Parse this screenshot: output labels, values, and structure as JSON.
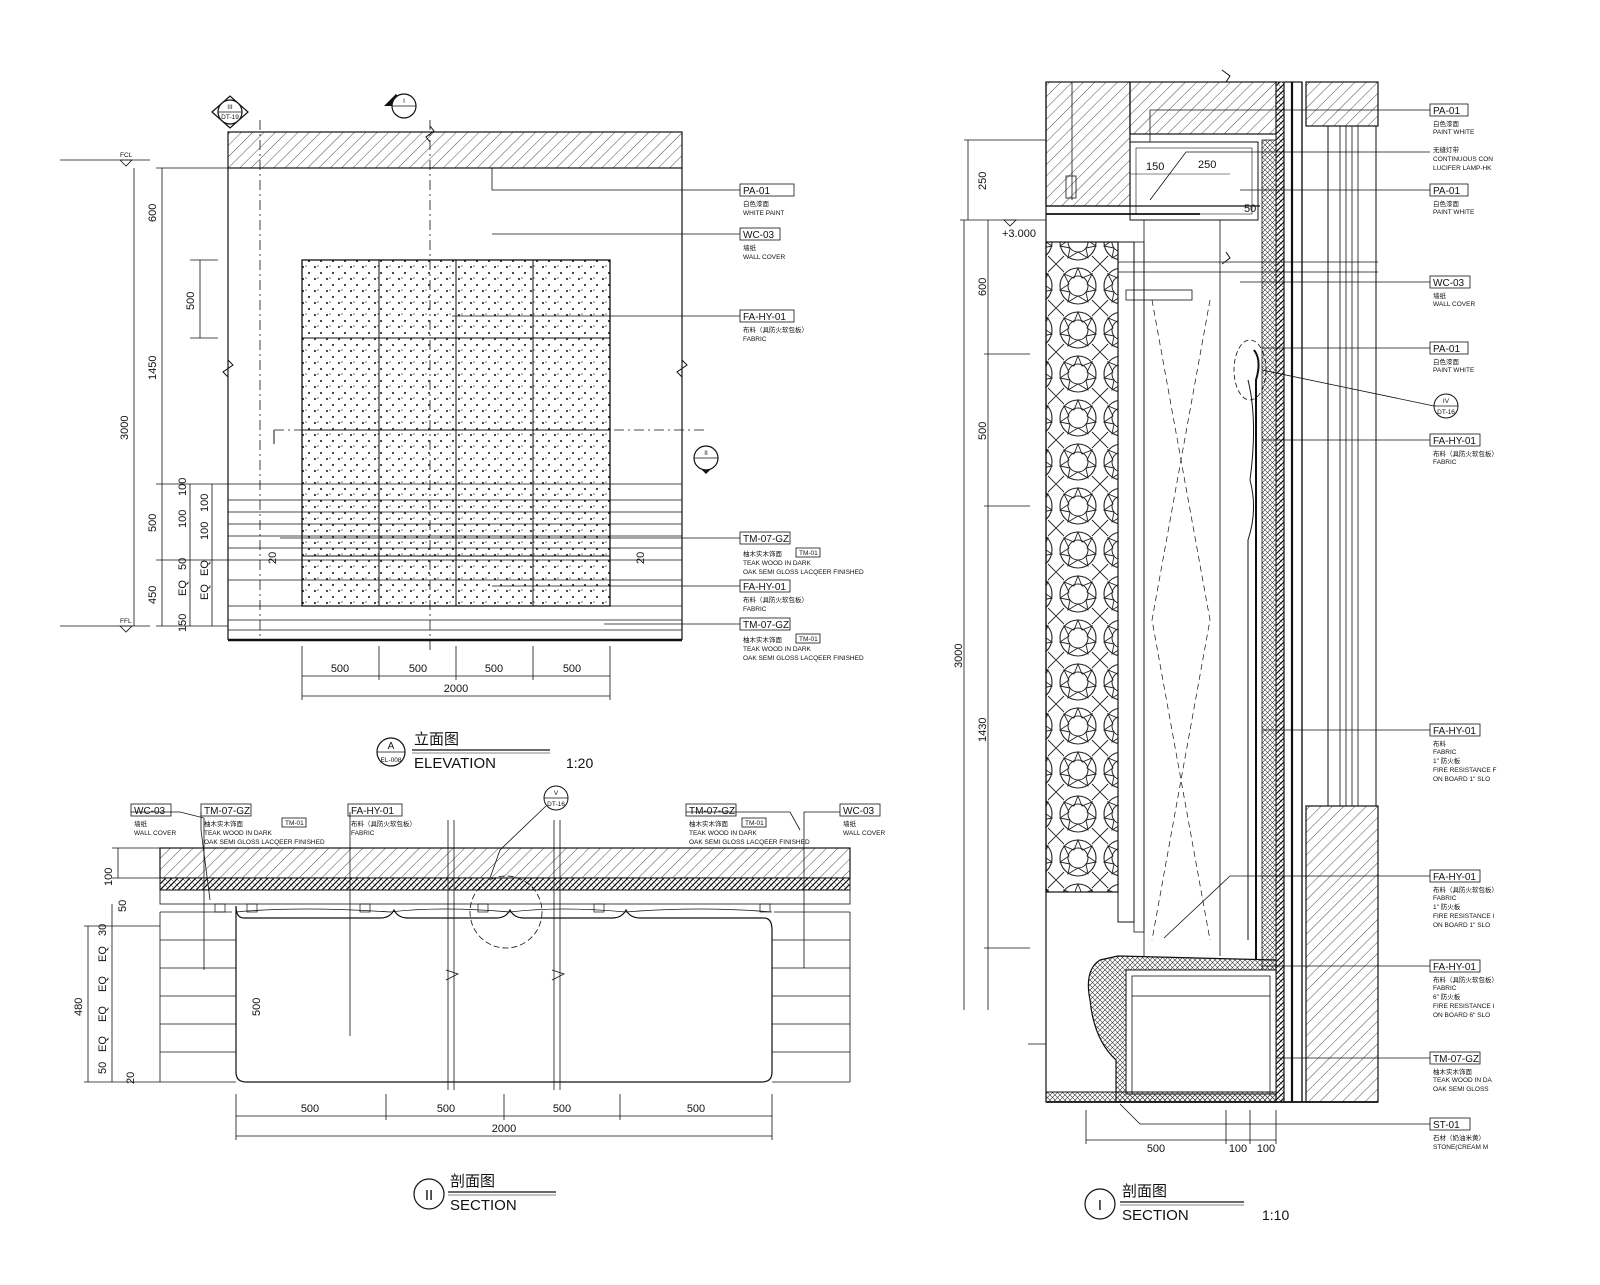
{
  "elevation": {
    "title_cn": "立面图",
    "title_en": "ELEVATION",
    "scale": "1:20",
    "bubble_letter": "A",
    "bubble_ref": "EL-008",
    "marker_top_left": {
      "num": "III",
      "ref": "DT-19"
    },
    "marker_top_mid": {
      "num": "I"
    },
    "marker_right": {
      "num": "II"
    },
    "level_fcl": "FCL",
    "level_ffl": "FFL",
    "dims_left": [
      "600",
      "1450",
      "3000",
      "500",
      "450",
      "150",
      "500",
      "100",
      "100",
      "50",
      "EQ",
      "EQ",
      "100",
      "100",
      "EQ",
      "20",
      "20"
    ],
    "dims_bottom": [
      "500",
      "500",
      "500",
      "500"
    ],
    "dim_total": "2000",
    "labels": [
      {
        "code": "PA-01",
        "cn": "白色漆面",
        "en": "WHITE PAINT"
      },
      {
        "code": "WC-03",
        "cn": "墙纸",
        "en": "WALL COVER"
      },
      {
        "code": "FA-HY-01",
        "cn": "布料（具防火软包板）",
        "en": "FABRIC"
      },
      {
        "code": "TM-07-GZ",
        "sub": "TM-01",
        "cn": "柚木实木饰面",
        "en": "TEAK WOOD IN DARK",
        "en2": "OAK SEMI GLOSS LACQEER FINISHED"
      },
      {
        "code": "FA-HY-01",
        "cn": "布料（具防火软包板）",
        "en": "FABRIC"
      },
      {
        "code": "TM-07-GZ",
        "sub": "TM-01",
        "cn": "柚木实木饰面",
        "en": "TEAK WOOD IN DARK",
        "en2": "OAK SEMI GLOSS LACQEER FINISHED"
      }
    ]
  },
  "section2": {
    "title_cn": "剖面图",
    "title_en": "SECTION",
    "bubble": "II",
    "marker": {
      "num": "V",
      "ref": "DT-16"
    },
    "labels": [
      {
        "code": "WC-03",
        "cn": "墙纸",
        "en": "WALL COVER"
      },
      {
        "code": "TM-07-GZ",
        "sub": "TM-01",
        "cn": "柚木实木饰面",
        "en": "TEAK WOOD IN DARK",
        "en2": "OAK SEMI GLOSS LACQEER FINISHED"
      },
      {
        "code": "FA-HY-01",
        "cn": "布料（具防火软包板）",
        "en": "FABRIC"
      },
      {
        "code": "TM-07-GZ",
        "sub": "TM-01",
        "cn": "柚木实木饰面",
        "en": "TEAK WOOD IN DARK",
        "en2": "OAK SEMI GLOSS LACQEER FINISHED"
      },
      {
        "code": "WC-03",
        "cn": "墙纸",
        "en": "WALL COVER"
      }
    ],
    "dims_left": [
      "100",
      "50",
      "30",
      "EQ",
      "EQ",
      "EQ",
      "EQ",
      "480",
      "EQ",
      "50",
      "20"
    ],
    "dim_inner": "500",
    "dims_bottom": [
      "500",
      "500",
      "500",
      "500"
    ],
    "dim_total": "2000"
  },
  "section1": {
    "title_cn": "剖面图",
    "title_en": "SECTION",
    "scale": "1:10",
    "bubble": "I",
    "level": "+3.000",
    "marker": {
      "num": "IV",
      "ref": "DT-16"
    },
    "dims_left": [
      "250",
      "600",
      "500",
      "3000",
      "1430"
    ],
    "dims_top": [
      "150",
      "250",
      "50"
    ],
    "dims_bottom": [
      "500",
      "100",
      "100"
    ],
    "labels": [
      {
        "code": "PA-01",
        "cn": "白色漆面",
        "en": "PAINT WHITE"
      },
      {
        "code": "",
        "cn": "无缝灯带",
        "en": "CONTINUOUS CON",
        "en2": "LUCIFER LAMP-HK"
      },
      {
        "code": "PA-01",
        "cn": "白色漆面",
        "en": "PAINT WHITE"
      },
      {
        "code": "WC-03",
        "cn": "墙纸",
        "en": "WALL COVER"
      },
      {
        "code": "PA-01",
        "cn": "白色漆面",
        "en": "PAINT WHITE"
      },
      {
        "code": "FA-HY-01",
        "cn": "布料（具防火软包板）",
        "en": "FABRIC"
      },
      {
        "code": "FA-HY-01",
        "cn": "布料",
        "en": "FABRIC",
        "en2": "1\" 防火板",
        "en3": "FIRE RESISTANCE F",
        "en4": "ON BOARD 1\" SLO"
      },
      {
        "code": "FA-HY-01",
        "cn": "布料（具防火软包板）",
        "en": "FABRIC",
        "en2": "1\" 防火板",
        "en3": "FIRE RESISTANCE I",
        "en4": "ON BOARD 1\" SLO"
      },
      {
        "code": "FA-HY-01",
        "cn": "布料（具防火软包板）",
        "en": "FABRIC",
        "en2": "6\" 防火板",
        "en3": "FIRE RESISTANCE I",
        "en4": "ON BOARD 6\" SLO"
      },
      {
        "code": "TM-07-GZ",
        "cn": "柚木实木饰面",
        "en": "TEAK WOOD IN DA",
        "en2": "OAK SEMI GLOSS"
      },
      {
        "code": "ST-01",
        "cn": "石材（奶油米黄）",
        "en": "STONE(CREAM M"
      }
    ]
  }
}
